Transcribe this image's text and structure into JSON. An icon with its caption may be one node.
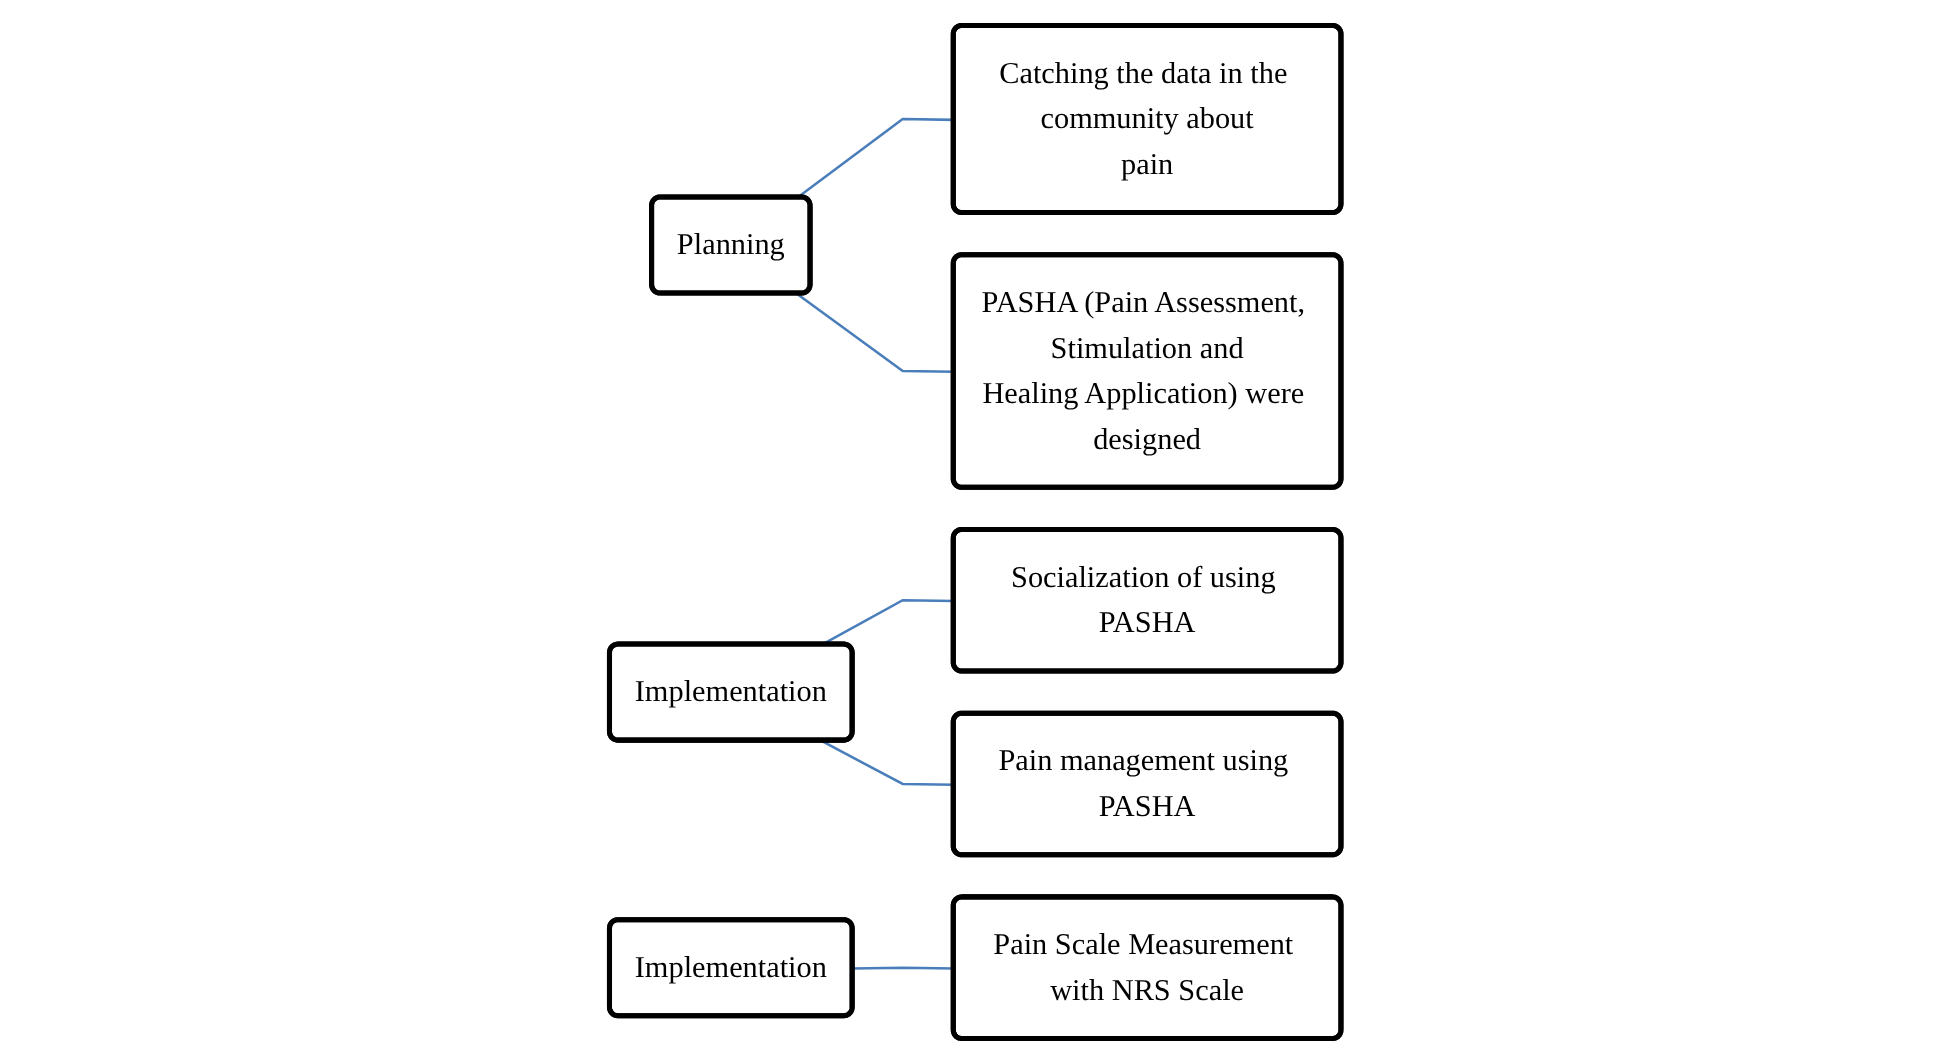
{
  "diagram": {
    "nodes": [
      {
        "text": [
          "Planning"
        ]
      },
      {
        "text": [
          "Catching the data in the community about pain"
        ]
      },
      {
        "text": [
          "PASHA (Pain Assessment, Stimulation and Healing Application) were designed"
        ]
      },
      {
        "text": [
          "Implementation"
        ]
      },
      {
        "text": [
          "Socialization of using PASHA"
        ]
      },
      {
        "text": [
          "Pain management using PASHA"
        ]
      },
      {
        "text": [
          "Implementation"
        ]
      },
      {
        "text": [
          "Pain Scale Measurement with NRS Scale"
        ]
      }
    ],
    "edges": [
      {
        "from": 0,
        "to": 1,
        "arrow": "none"
      },
      {
        "from": 0,
        "to": 2,
        "arrow": "none"
      },
      {
        "from": 3,
        "to": 4,
        "arrow": "none"
      },
      {
        "from": 3,
        "to": 5,
        "arrow": "none"
      },
      {
        "from": 6,
        "to": 7,
        "arrow": "none"
      }
    ]
  }
}
